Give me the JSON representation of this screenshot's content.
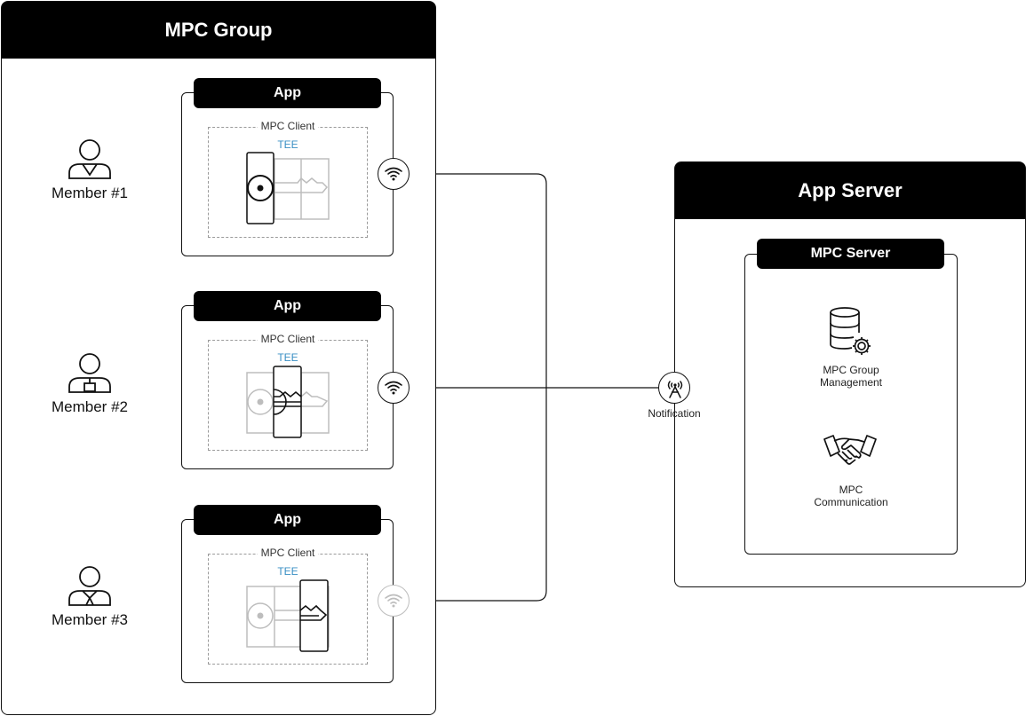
{
  "group": {
    "title": "MPC Group",
    "members": [
      {
        "label": "Member #1"
      },
      {
        "label": "Member #2"
      },
      {
        "label": "Member #3"
      }
    ],
    "apps": [
      {
        "title": "App",
        "client_label": "MPC Client",
        "tee_label": "TEE"
      },
      {
        "title": "App",
        "client_label": "MPC Client",
        "tee_label": "TEE"
      },
      {
        "title": "App",
        "client_label": "MPC Client",
        "tee_label": "TEE"
      }
    ]
  },
  "server": {
    "title": "App Server",
    "mpc_server_title": "MPC Server",
    "group_management_label": "MPC Group\nManagement",
    "communication_label": "MPC\nCommunication"
  },
  "notification": {
    "label": "Notification"
  },
  "colors": {
    "accent": "#3a8fc4",
    "panel_header": "#000000",
    "muted": "#bdbdbd"
  }
}
